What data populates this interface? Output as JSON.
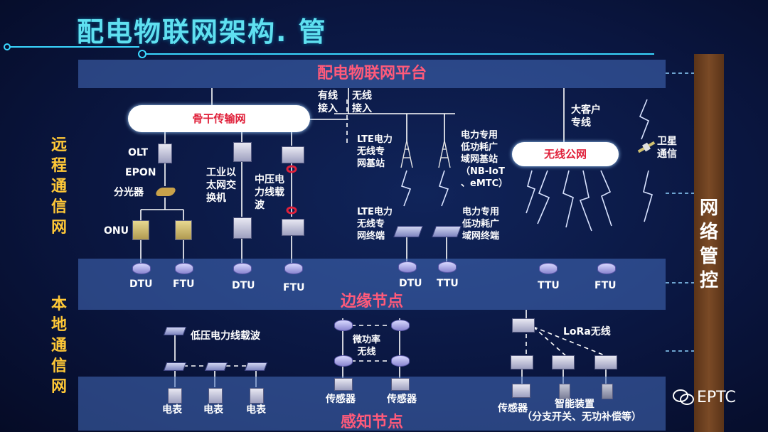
{
  "title": "配电物联网架构. 管",
  "bands": {
    "top": "配电物联网平台",
    "mid": "边缘节点",
    "bot": "感知节点"
  },
  "side_labels": {
    "remote": "远程通信网",
    "local": "本地通信网"
  },
  "right_label": "网络管控",
  "access": {
    "wired": "有线\n接入",
    "wireless": "无线\n接入",
    "big_customer": "大客户\n专线",
    "satellite": "卫星\n通信"
  },
  "clouds": {
    "backbone": "骨干传输网",
    "public": "无线公网"
  },
  "remote_nodes": {
    "olt": "OLT",
    "epon": "EPON",
    "splitter": "分光器",
    "onu": "ONU",
    "ethernet_switch": "工业以\n太网交\n换机",
    "mv_plc": "中压电\n力线载\n波",
    "lte_base": "LTE电力\n无线专\n网基站",
    "lpwan_base": "电力专用\n低功耗广\n域网基站\n（NB-IoT\n、eMTC）",
    "lte_term": "LTE电力\n无线专\n网终端",
    "lpwan_term": "电力专用\n低功耗广\n域网终端"
  },
  "edge_devices": [
    "DTU",
    "FTU",
    "DTU",
    "FTU",
    "DTU",
    "TTU",
    "TTU",
    "FTU"
  ],
  "local_nodes": {
    "lv_plc": "低压电力线载波",
    "micro_power": "微功率\n无线",
    "lora": "LoRa无线"
  },
  "sense_devices": {
    "meter": "电表",
    "sensor": "传感器",
    "smart_device": "智能装置",
    "smart_device_note": "（分支开关、无功补偿等）"
  },
  "watermark": "EPTC",
  "colors": {
    "title": "#5fe0f0",
    "band_text": "#ff5a7a",
    "side_text": "#ffc837",
    "line": "#ffffff",
    "control": "#7a4a26"
  }
}
